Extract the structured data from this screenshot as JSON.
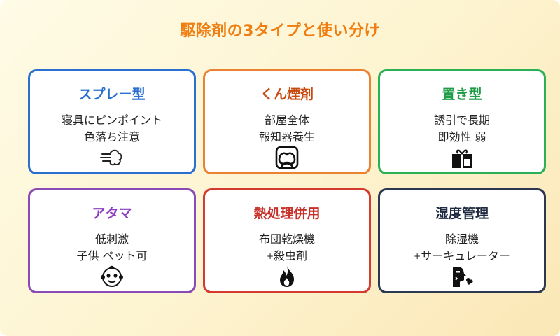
{
  "title": "駆除剤の3タイプと使い分け",
  "colors": {
    "title": "#f07d10",
    "spray": "#2b6fd0",
    "smoke": "#ea8232",
    "place": "#2ab055",
    "head": "#8b4bb6",
    "heat": "#d43a30",
    "humid": "#2c3750"
  },
  "cards": [
    {
      "heading": "スプレー型",
      "line1": "寝具にピンポイント",
      "line2": "色落ち注意",
      "icon": "spray-mist-icon"
    },
    {
      "heading": "くん煙剤",
      "line1": "部屋全体",
      "line2": "報知器養生",
      "icon": "smoke-cloud-icon"
    },
    {
      "heading": "置き型",
      "line1": "誘引で長期",
      "line2": "即効性 弱",
      "icon": "gift-box-icon"
    },
    {
      "heading": "アタマ",
      "line1": "低刺激",
      "line2": "子供 ペット可",
      "icon": "baby-face-icon"
    },
    {
      "heading": "熱処理併用",
      "line1": "布団乾燥機",
      "line2_prefix": "+",
      "line2": "殺虫剤",
      "icon": "flame-icon"
    },
    {
      "heading": "湿度管理",
      "line1": "除湿機",
      "line2_prefix": "+",
      "line2": "サーキュレーター",
      "icon": "person-breath-icon"
    }
  ]
}
